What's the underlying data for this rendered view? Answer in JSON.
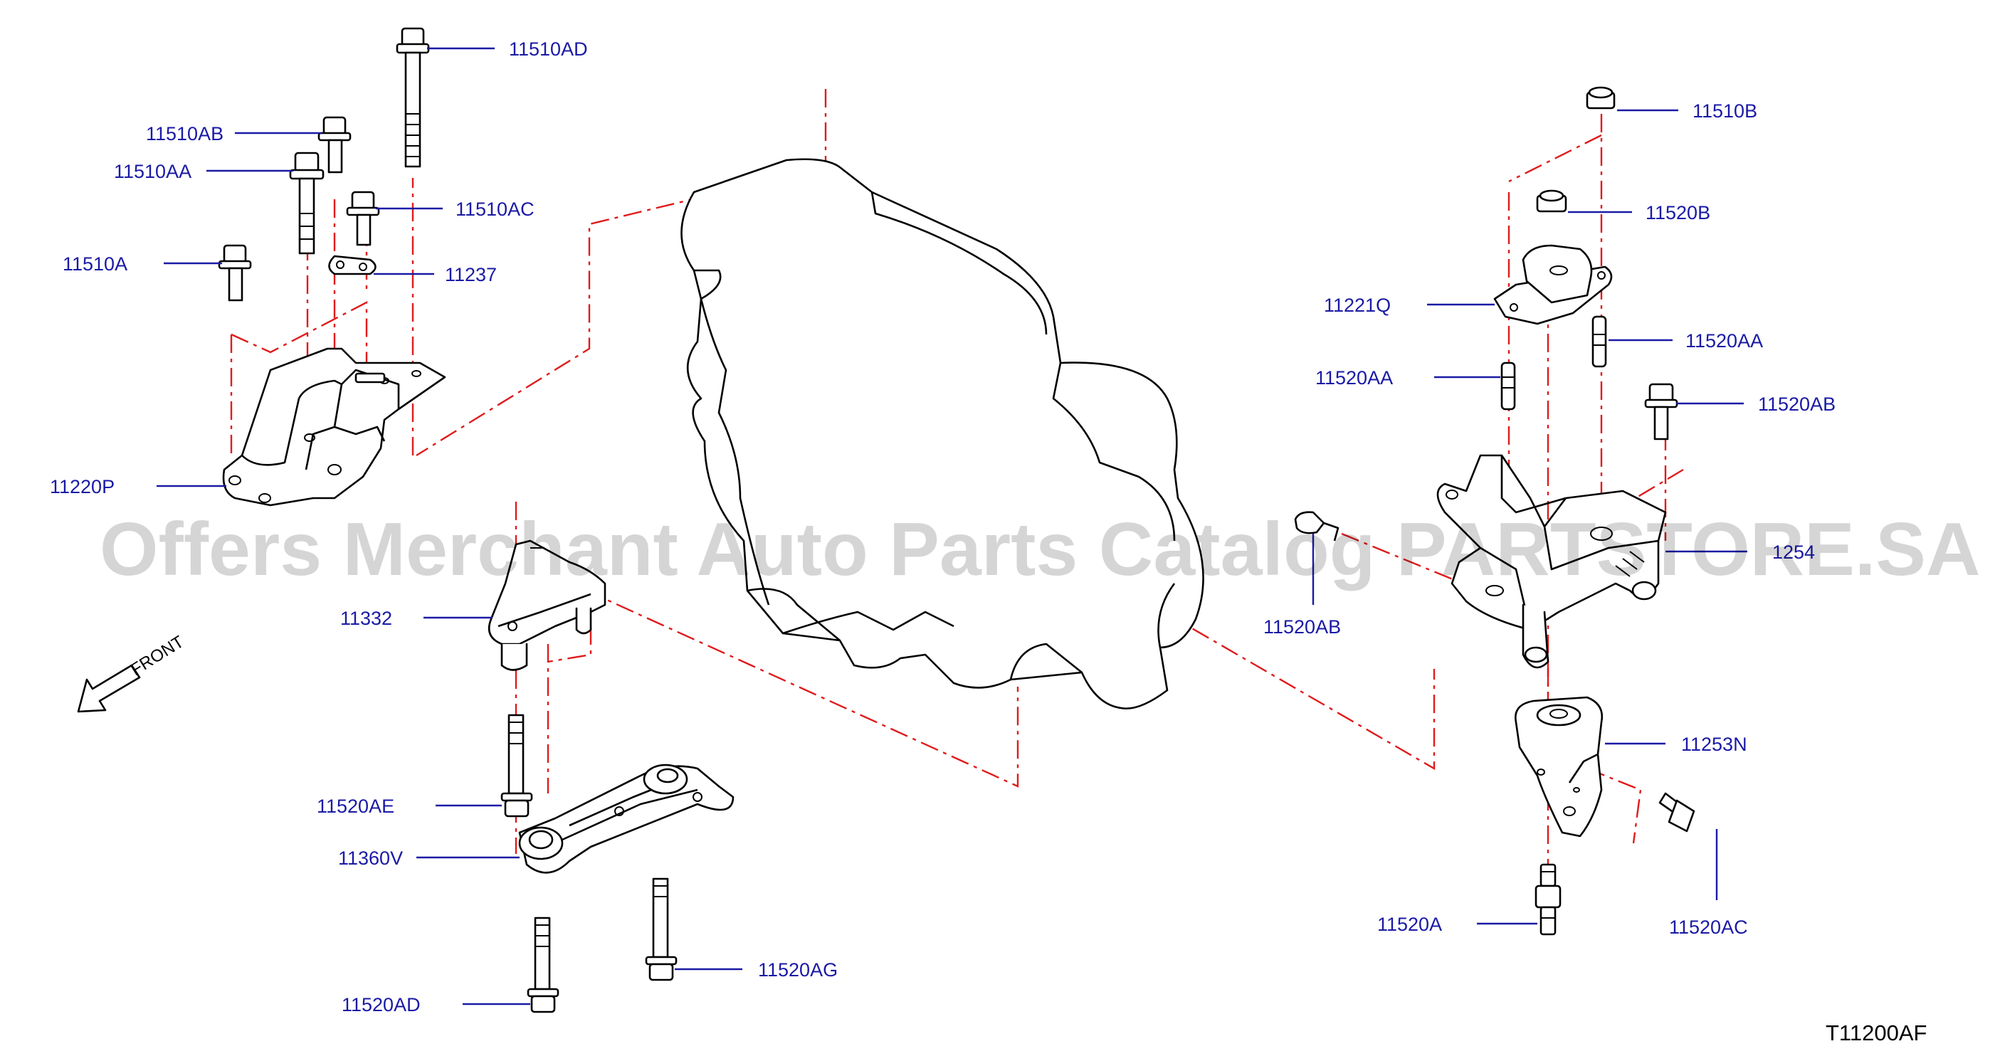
{
  "diagram": {
    "watermark": "Offers Merchant Auto Parts Catalog PARTSTORE.SA",
    "diagram_code": "T11200AF",
    "direction_label": "FRONT",
    "colors": {
      "label": "#1a1aa6",
      "phantom_line": "#e01b1b",
      "line_art": "#000000"
    },
    "parts": [
      {
        "id": "11510AD"
      },
      {
        "id": "11510AB"
      },
      {
        "id": "11510AA"
      },
      {
        "id": "11510AC"
      },
      {
        "id": "11510A"
      },
      {
        "id": "11237"
      },
      {
        "id": "11220P"
      },
      {
        "id": "11332"
      },
      {
        "id": "11520AE"
      },
      {
        "id": "11360V"
      },
      {
        "id": "11520AD"
      },
      {
        "id": "11520AG"
      },
      {
        "id": "11510B"
      },
      {
        "id": "11520B"
      },
      {
        "id": "11221Q"
      },
      {
        "id": "11520AA"
      },
      {
        "id": "11520AA"
      },
      {
        "id": "11520AB"
      },
      {
        "id": "11520AB"
      },
      {
        "id": "1254"
      },
      {
        "id": "11253N"
      },
      {
        "id": "11520A"
      },
      {
        "id": "11520AC"
      }
    ]
  }
}
